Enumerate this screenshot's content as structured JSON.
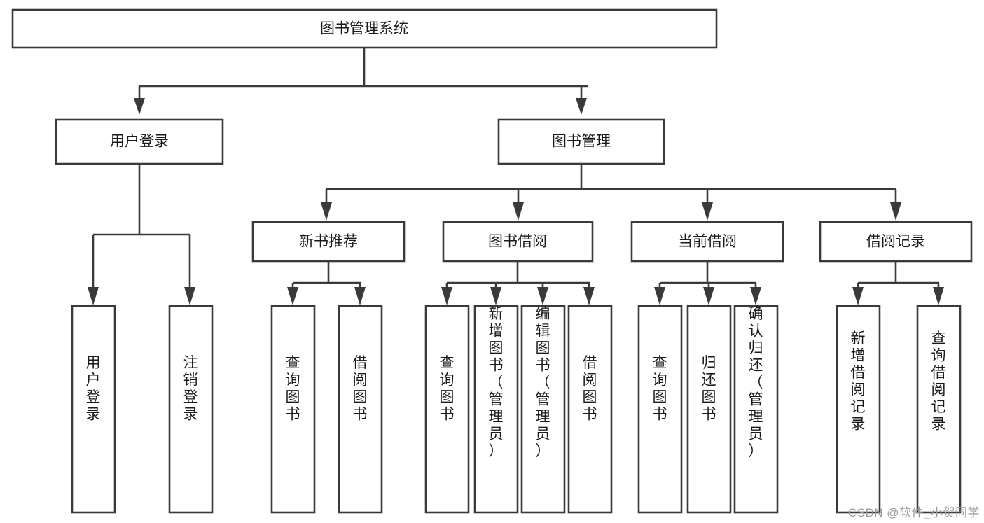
{
  "diagram": {
    "type": "tree-hierarchy",
    "orientation": "top-down",
    "root": {
      "id": "root",
      "label": "图书管理系统"
    },
    "level1": [
      {
        "id": "user-login",
        "label": "用户登录"
      },
      {
        "id": "book-manage",
        "label": "图书管理"
      }
    ],
    "level2": [
      {
        "id": "new-book-recommend",
        "label": "新书推荐",
        "parent": "book-manage"
      },
      {
        "id": "book-borrow",
        "label": "图书借阅",
        "parent": "book-manage"
      },
      {
        "id": "current-borrow",
        "label": "当前借阅",
        "parent": "book-manage"
      },
      {
        "id": "borrow-record",
        "label": "借阅记录",
        "parent": "book-manage"
      }
    ],
    "leaves": [
      {
        "id": "leaf-user-login",
        "label": "用户登录",
        "parent": "user-login"
      },
      {
        "id": "leaf-logout-login",
        "label": "注销登录",
        "parent": "user-login"
      },
      {
        "id": "leaf-query-book-1",
        "label": "查询图书",
        "parent": "new-book-recommend"
      },
      {
        "id": "leaf-borrow-book-1",
        "label": "借阅图书",
        "parent": "new-book-recommend"
      },
      {
        "id": "leaf-query-book-2",
        "label": "查询图书",
        "parent": "book-borrow"
      },
      {
        "id": "leaf-add-book",
        "label": "新增图书（管理员）",
        "parent": "book-borrow"
      },
      {
        "id": "leaf-edit-book",
        "label": "编辑图书（管理员）",
        "parent": "book-borrow"
      },
      {
        "id": "leaf-borrow-book-2",
        "label": "借阅图书",
        "parent": "book-borrow"
      },
      {
        "id": "leaf-query-book-3",
        "label": "查询图书",
        "parent": "current-borrow"
      },
      {
        "id": "leaf-return-book",
        "label": "归还图书",
        "parent": "current-borrow"
      },
      {
        "id": "leaf-confirm-return",
        "label": "确认归还（管理员）",
        "parent": "current-borrow"
      },
      {
        "id": "leaf-add-record",
        "label": "新增借阅记录",
        "parent": "borrow-record"
      },
      {
        "id": "leaf-query-record",
        "label": "查询借阅记录",
        "parent": "borrow-record"
      }
    ],
    "colors": {
      "box_fill": "#ffffff",
      "box_stroke": "#3a3a3a",
      "text": "#1a1a1a",
      "background": "#ffffff",
      "watermark": "#9a9a9a"
    }
  },
  "watermark": {
    "text": "CSDN @软件_小贺同学"
  }
}
